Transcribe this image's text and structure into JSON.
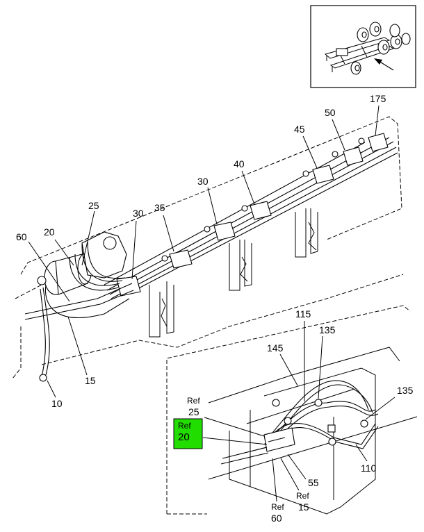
{
  "diagram": {
    "callouts_main": [
      "175",
      "50",
      "45",
      "40",
      "30",
      "35",
      "30",
      "25",
      "20",
      "60",
      "15",
      "10"
    ],
    "callouts_detail": [
      "115",
      "135",
      "145",
      "135",
      "110",
      "55"
    ],
    "ref_labels": [
      {
        "ref": "Ref",
        "num": "25"
      },
      {
        "ref": "Ref",
        "num": "20"
      },
      {
        "ref": "Ref",
        "num": "15"
      },
      {
        "ref": "Ref",
        "num": "60"
      }
    ],
    "highlight_color": "#22dd00"
  }
}
